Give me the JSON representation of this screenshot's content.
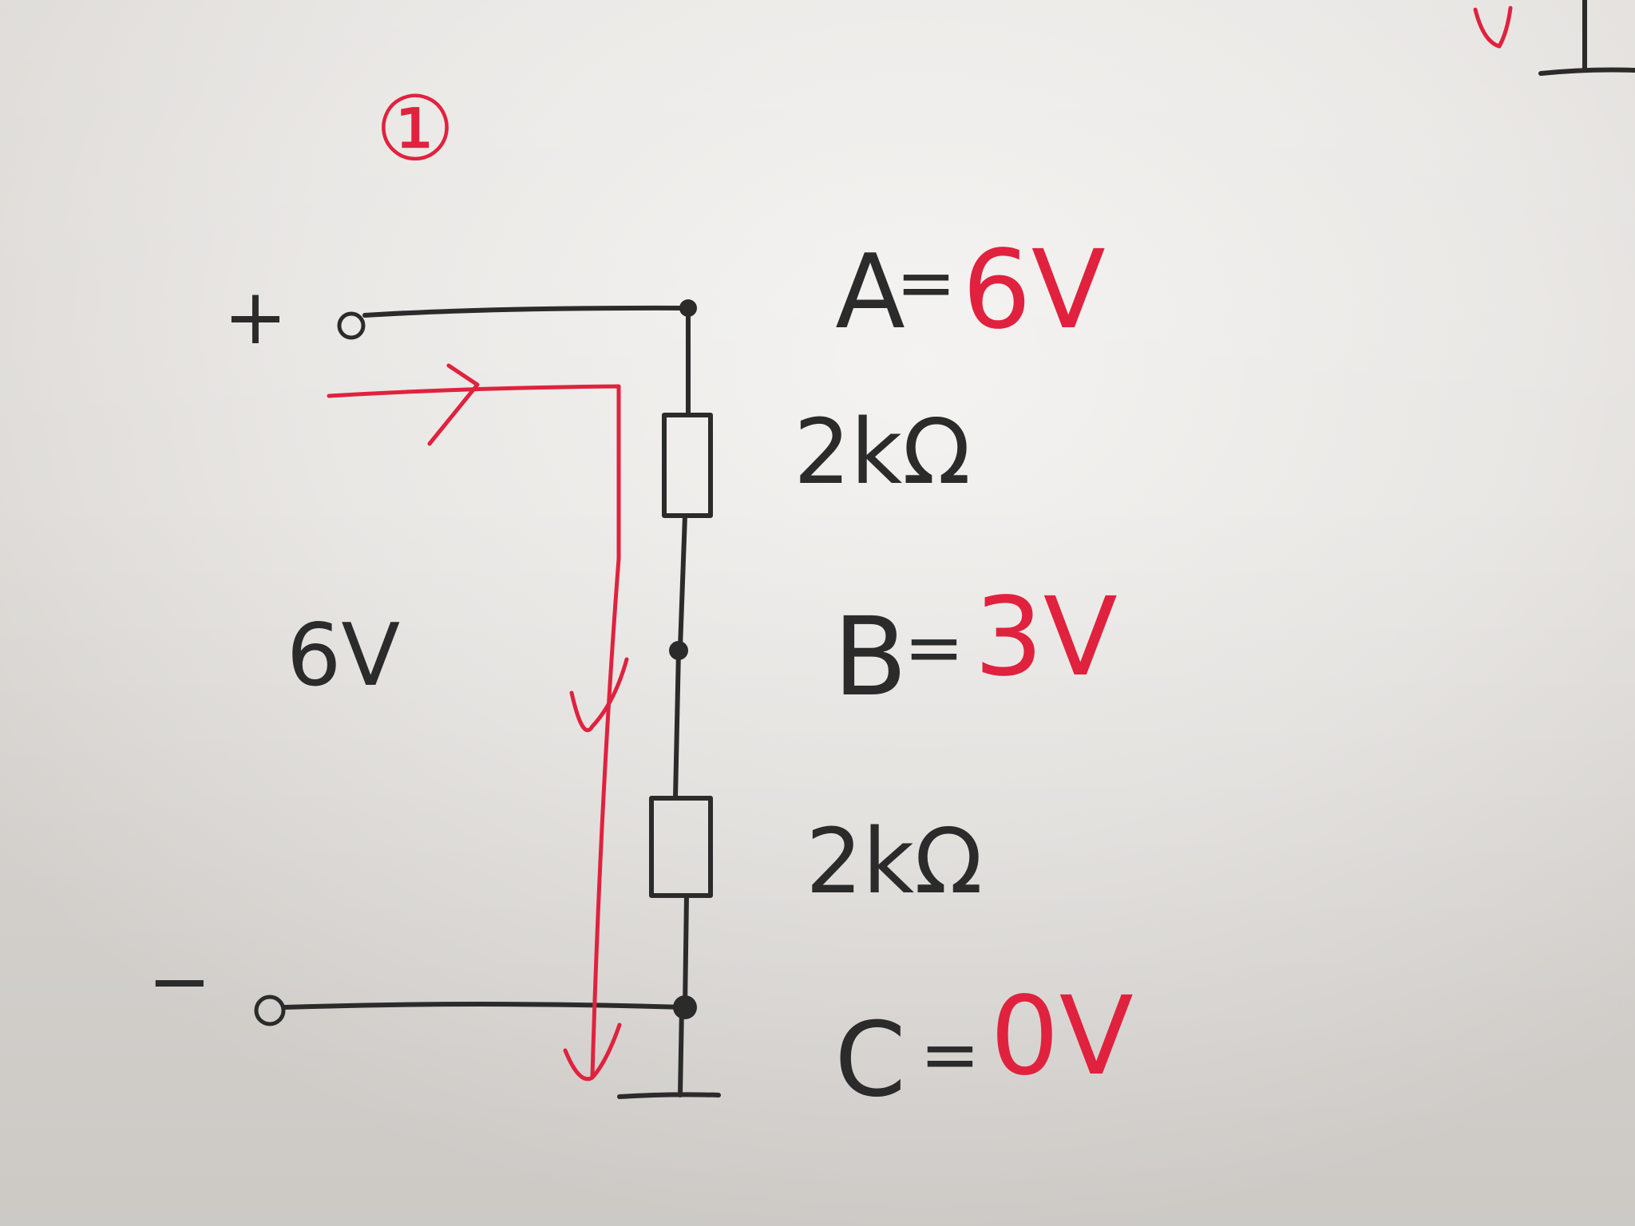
{
  "diagram": {
    "label_circle": "①",
    "terminal_plus": "+",
    "terminal_minus": "−",
    "source_voltage": "6V",
    "node_a": {
      "name": "A",
      "eq": "=",
      "value": "6V"
    },
    "node_b": {
      "name": "B",
      "eq": "=",
      "value": "3V"
    },
    "node_c": {
      "name": "C",
      "eq": "=",
      "value": "0V"
    },
    "resistor_top": "2kΩ",
    "resistor_bottom": "2kΩ"
  },
  "colors": {
    "ink": "#2b2b2b",
    "red_pen": "#e0223f",
    "paper": "#ecebe8"
  }
}
